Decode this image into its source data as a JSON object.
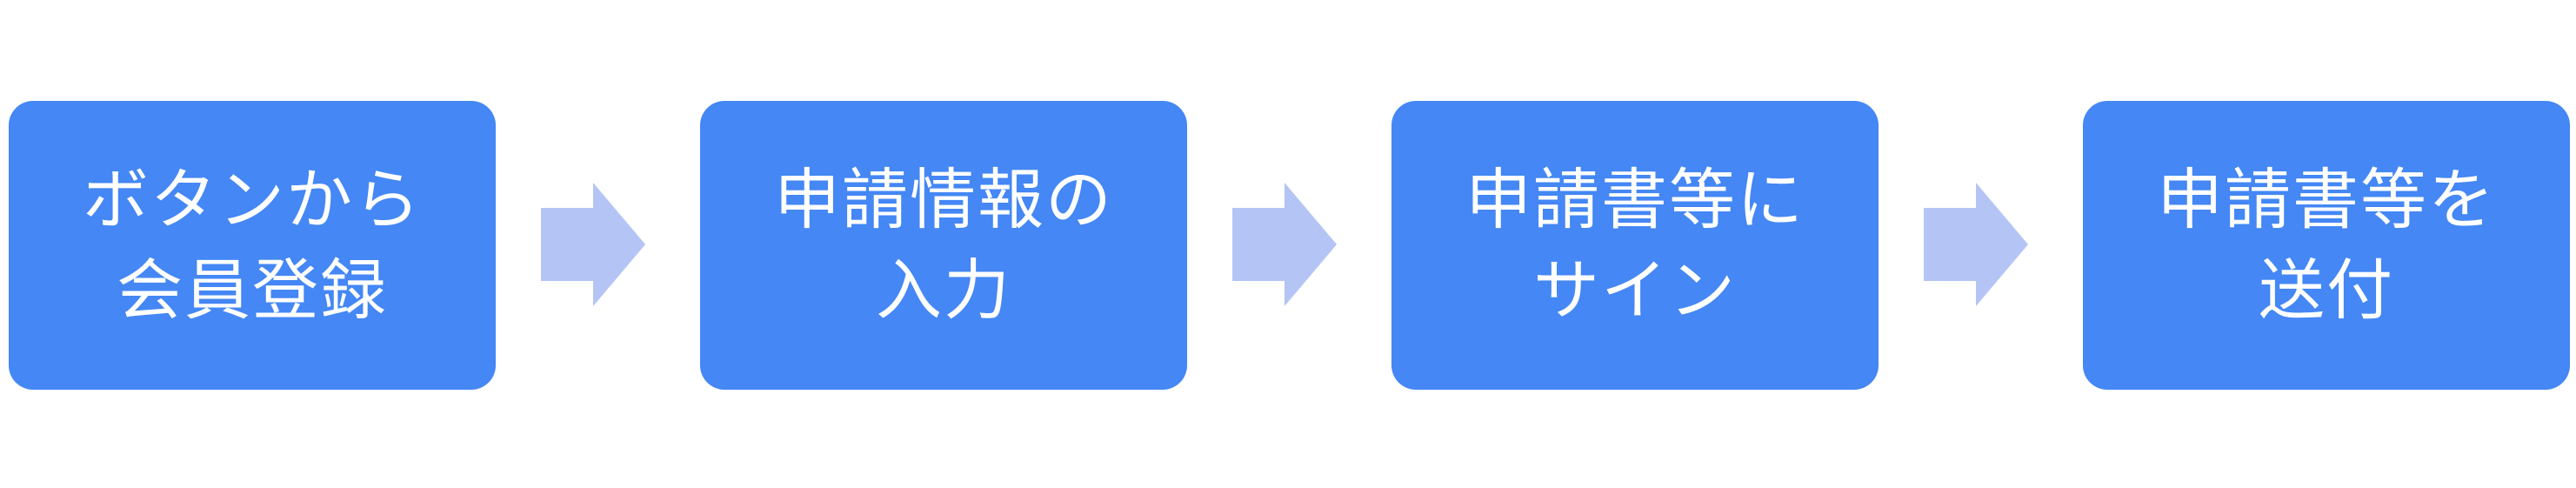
{
  "colors": {
    "box": "#4487f5",
    "arrow": "#b4c5f5"
  },
  "steps": [
    {
      "line1": "ボタンから",
      "line2": "会員登録"
    },
    {
      "line1": "申請情報の",
      "line2": "入力"
    },
    {
      "line1": "申請書等に",
      "line2": "サイン"
    },
    {
      "line1": "申請書等を",
      "line2": "送付"
    }
  ]
}
